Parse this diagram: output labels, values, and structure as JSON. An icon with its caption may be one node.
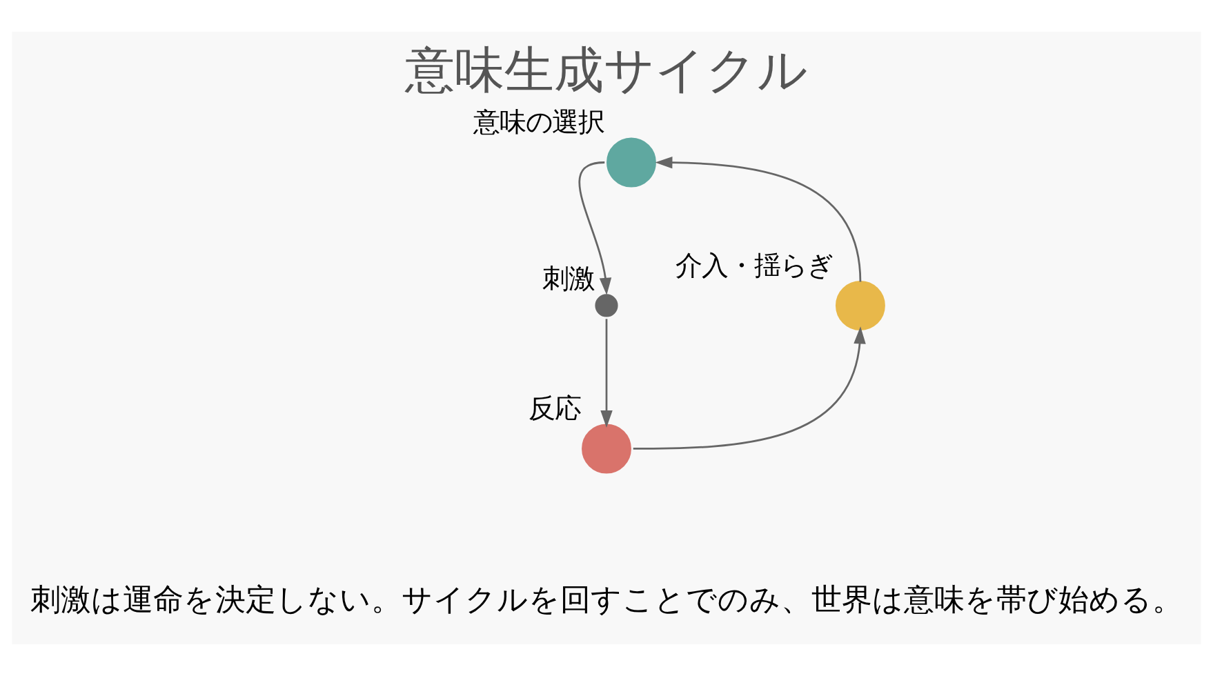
{
  "diagram": {
    "title": "意味生成サイクル",
    "caption": "刺激は運命を決定しない。サイクルを回すことでのみ、世界は意味を帯び始める。",
    "nodes": [
      {
        "text": [],
        "shape": "circle",
        "beside": [
          "意味の選択"
        ]
      },
      {
        "text": [],
        "shape": "circle",
        "beside": [
          "刺激"
        ]
      },
      {
        "text": [],
        "shape": "circle",
        "beside": [
          "反応"
        ]
      },
      {
        "text": [],
        "shape": "circle",
        "beside": [
          "介入・揺らぎ"
        ]
      }
    ],
    "edges": [
      {
        "from": 0,
        "to": 1,
        "arrow": "to"
      },
      {
        "from": 1,
        "to": 2,
        "arrow": "to"
      },
      {
        "from": 2,
        "to": 3,
        "arrow": "to"
      },
      {
        "from": 3,
        "to": 0,
        "arrow": "to"
      }
    ]
  }
}
